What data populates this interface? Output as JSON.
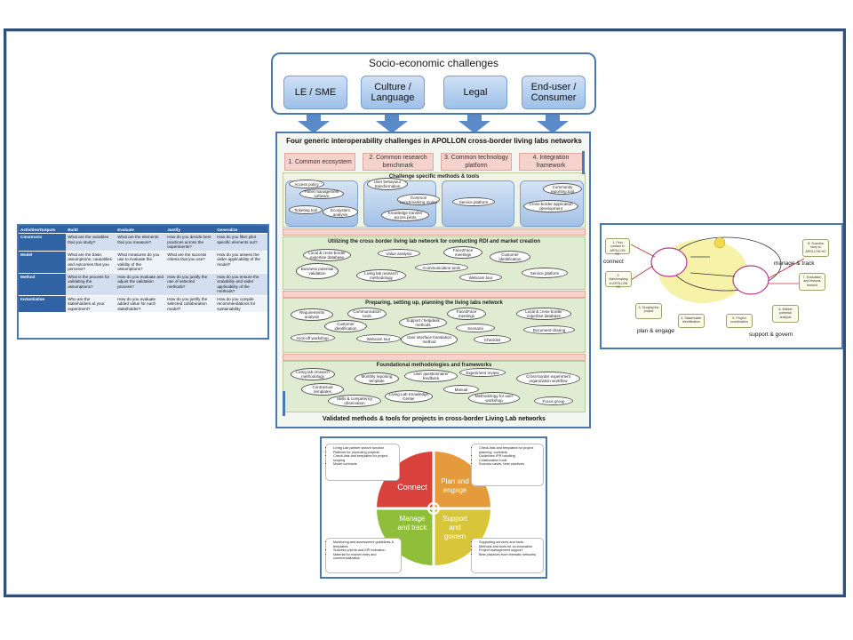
{
  "socio": {
    "title": "Socio-economic challenges",
    "items": [
      "LE / SME",
      "Culture / Language",
      "Legal",
      "End-user / Consumer"
    ]
  },
  "center": {
    "title": "Four generic interoperability challenges in APOLLON cross-border living labs networks",
    "columns": [
      "1. Common ecosystem",
      "2. Common research benchmark",
      "3. Common technology platform",
      "4. Integration framework"
    ],
    "band1": {
      "title": "Challenge specific methods & tools",
      "items": [
        "Access policy",
        "Panel management software",
        "Ticketing tool",
        "Ecosystem analysis",
        "User behaviour transformation",
        "Common benchmarking model",
        "Knowledge transfer across pilots",
        "Service platform",
        "Community reporting tool",
        "Cross-border application development"
      ]
    },
    "band2": {
      "title": "Utilizing the cross border living lab network for conducting RDI and market creation",
      "items": [
        "Local & cross-border expertise database",
        "Value analysis",
        "Face2Face meetings",
        "Customer identification",
        "Business potential validation",
        "Living lab research methodology",
        "Communication tools",
        "Webcam tour",
        "Service platform"
      ]
    },
    "band3": {
      "title": "Preparing, setting up, planning the living labs network",
      "items": [
        "Requirements analysis",
        "Communication tools",
        "Face2Face meetings",
        "Local & cross-border expertise database",
        "Customer identification",
        "Support / helpdesk methods",
        "Kick-off workshop",
        "Webcam tour",
        "User interface translation method",
        "Scenario",
        "Checklist",
        "Document sharing"
      ]
    },
    "band4": {
      "title": "Foundational methodologies and frameworks",
      "items": [
        "Living lab research methodology",
        "Monthly reporting template",
        "User questionnaire/ feedback",
        "Experiment review",
        "Cross-border experiment organization workflow",
        "Contractual templates",
        "Skills & competency observation",
        "Living Lab Knowledge Center",
        "Manual",
        "Methodology for user workshop",
        "Focus group"
      ]
    },
    "footer": "Validated methods & tools for projects in cross-border Living Lab networks"
  },
  "table": {
    "headers": [
      "Activities/Outputs",
      "Build",
      "Evaluate",
      "Justify",
      "Generalize"
    ],
    "rows": [
      [
        "Constructs",
        "What are the variables that you study?",
        "What are the elements that you measure?",
        "How do you decide best practices across the experiments?",
        "How do you filter pilot specific elements out?"
      ],
      [
        "Model",
        "What are the basic assumptions, causalities and outcomes that you perceive?",
        "What measures do you use to evaluate the validity of the assumptions?",
        "What are the success criteria that you use?",
        "How do you assess the wider applicability of the model?"
      ],
      [
        "Method",
        "What is the process for validating the assumptions?",
        "How do you evaluate and adjust the validation process?",
        "How do you justify the use of selected methods?",
        "How do you ensure the scalability and wider applicability of the methods?"
      ],
      [
        "Instantiation",
        "Who are the stakeholders at your experiment?",
        "How do you evaluate added value for each stakeholder?",
        "How do you justify the selected collaboration model?",
        "How do you compile recommendations for sustainability"
      ]
    ]
  },
  "rpanel": {
    "labels": [
      "connect",
      "manage & track",
      "plan & engage",
      "support & govern"
    ],
    "notes": [
      "1. Find contact in APOLLON KC",
      "2. Matchmaking in APOLLON KC",
      "3. Scoping the project",
      "4. Stakeholder identification",
      "5. Project coordination",
      "6. Market potential analysis",
      "7. Evaluation and lessons learned",
      "8. Success story to APOLLON KC"
    ]
  },
  "cycle": {
    "quadrants": [
      "Connect",
      "Plan and engage",
      "Manage and track",
      "Support and govern"
    ],
    "notes": {
      "tl": [
        "Living Lab partner search function",
        "Platform for promoting projects",
        "Check-lists and templates for project scoping",
        "Model contracts"
      ],
      "tr": [
        "Check-lists and templates for project planning, contracts",
        "Guidelines IPR handling",
        "Collaboration tools",
        "Success cases, best practices"
      ],
      "bl": [
        "Monitoring and assessment guidelines & templates",
        "Success criteria and KPI indication",
        "Material for market entry and commercialization"
      ],
      "br": [
        "Supporting services and tools:",
        "Methods and tools for co-innovation",
        "Project management support",
        "Best practices from thematic networks"
      ]
    },
    "colors": {
      "connect": "#d9423c",
      "plan": "#e59a3c",
      "manage": "#8fbf3a",
      "support": "#d9c53a"
    }
  }
}
